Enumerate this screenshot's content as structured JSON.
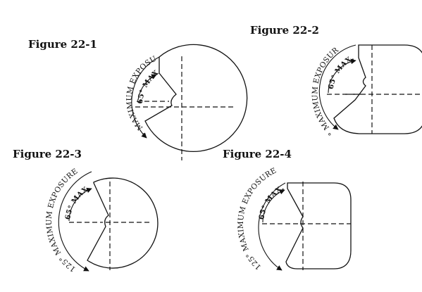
{
  "figures": [
    {
      "title": "Figure 22-1",
      "outer_label": "90° MAXIMUM EXPOSURE",
      "inner_label": "65° MAX."
    },
    {
      "title": "Figure 22-2",
      "outer_label": "90° MAXIMUM EXPOSURE",
      "inner_label": "65° MAX."
    },
    {
      "title": "Figure 22-3",
      "outer_label": "125° MAXIMUM EXPOSURE",
      "inner_label": "65° MAX."
    },
    {
      "title": "Figure 22-4",
      "outer_label": "125° MAXIMUM EXPOSURE",
      "inner_label": "65° MAX."
    }
  ],
  "colors": {
    "ink": "#111111",
    "background": "#ffffff"
  }
}
